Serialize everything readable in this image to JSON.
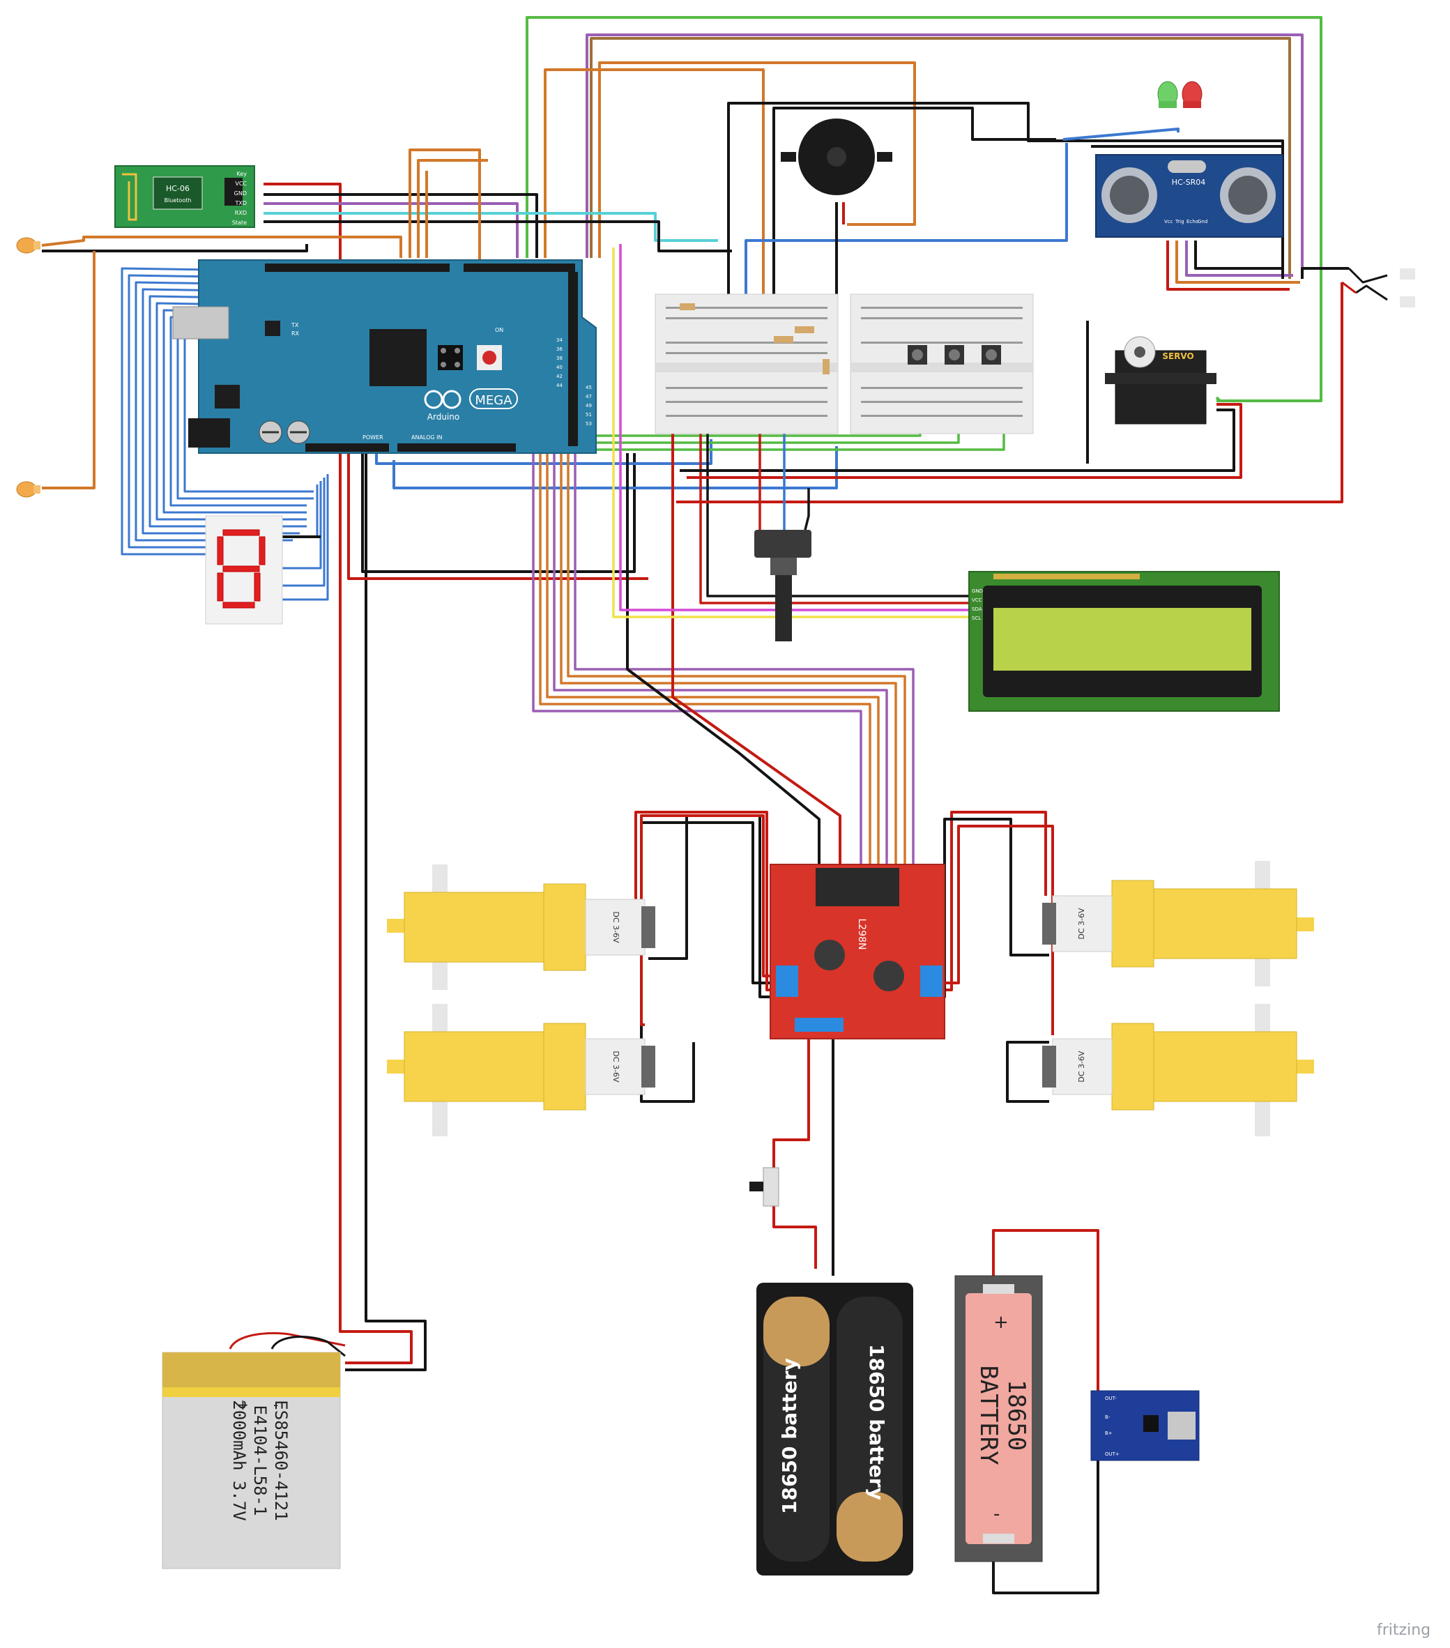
{
  "colors": {
    "wire_red": "#c41a12",
    "wire_black": "#141414",
    "wire_blue": "#3c78d0",
    "wire_orange": "#d2782a",
    "wire_green": "#55bb44",
    "wire_purple": "#9a5fb4",
    "wire_cyan": "#57d0d8",
    "wire_yellow": "#f0e24a",
    "wire_magenta": "#d44ad6",
    "arduino_board": "#2a7fa6",
    "motor_yellow": "#f6d34a",
    "driver_red": "#d8342a",
    "lcd_green": "#3b8a2e",
    "lcd_screen": "#b8d24a",
    "ultrasonic_blue": "#1f4a8c",
    "bt_green": "#2f9a4a"
  },
  "components": {
    "bluetooth": {
      "name": "HC-06",
      "sub": "Bluetooth",
      "pins": [
        "Key",
        "VCC",
        "GND",
        "TXD",
        "RXD",
        "State"
      ]
    },
    "arduino": {
      "logo": "Arduino",
      "model": "MEGA",
      "tx": "TX",
      "rx": "RX",
      "on": "ON",
      "power_label": "POWER",
      "analog_label": "ANALOG IN",
      "digital_pins": [
        "34",
        "36",
        "38",
        "40",
        "42",
        "44",
        "45",
        "47",
        "49",
        "51",
        "53"
      ]
    },
    "ultrasonic": {
      "name": "HC-SR04",
      "pins": [
        "Vcc",
        "Trig",
        "Echo",
        "Gnd"
      ]
    },
    "servo": {
      "name": "SERVO"
    },
    "lcd": {
      "pins": [
        "GND",
        "VCC",
        "SDA",
        "SCL"
      ]
    },
    "motor_driver": {
      "name": "L298N"
    },
    "motors": {
      "label": "DC 3-6V"
    },
    "lipo": {
      "line1": "ES85460-4121",
      "line2": "E4104-L58-1",
      "line3": "2000mAh 3.7V",
      "plus": "+",
      "minus": "-"
    },
    "battery_holder": {
      "cell1": "18650 battery",
      "cell2": "18650 battery"
    },
    "cell_18650": {
      "line1": "18650",
      "line2": "BATTERY",
      "plus": "+",
      "minus": "-"
    },
    "charger": {
      "pins": [
        "OUT-",
        "B-",
        "B+",
        "OUT+"
      ]
    }
  },
  "footer": {
    "brand": "fritzing"
  }
}
